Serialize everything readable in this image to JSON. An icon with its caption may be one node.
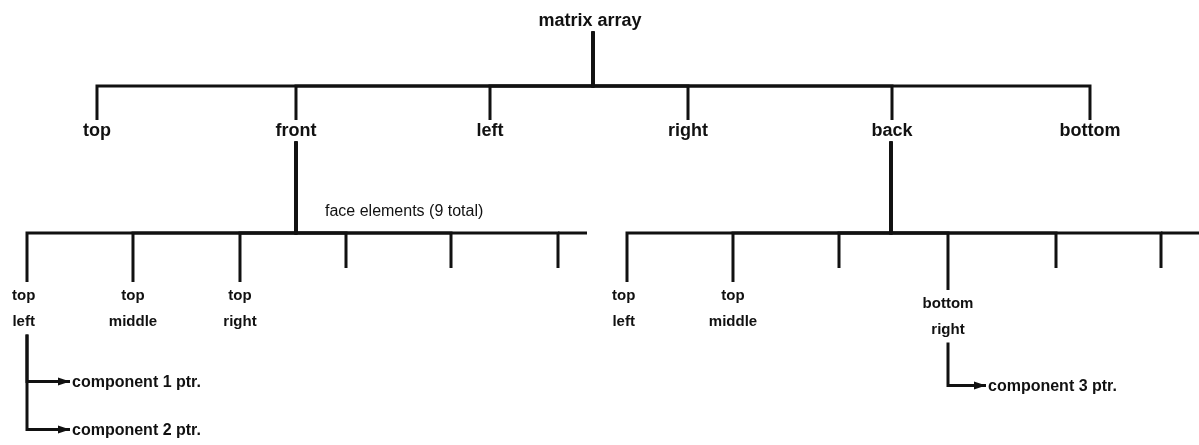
{
  "diagram": {
    "nodes": [
      {
        "text": [
          "matrix array"
        ]
      },
      {
        "text": [
          "top"
        ]
      },
      {
        "text": [
          "front"
        ]
      },
      {
        "text": [
          "left"
        ]
      },
      {
        "text": [
          "right"
        ]
      },
      {
        "text": [
          "back"
        ]
      },
      {
        "text": [
          "bottom"
        ]
      },
      {
        "text": [
          "top left"
        ]
      },
      {
        "text": [
          "top middle"
        ]
      },
      {
        "text": [
          "top right"
        ]
      },
      {
        "text": [
          "component 1 ptr."
        ]
      },
      {
        "text": [
          "component 2 ptr."
        ]
      },
      {
        "text": [
          "top left"
        ]
      },
      {
        "text": [
          "top middle"
        ]
      },
      {
        "text": [
          "bottom right"
        ]
      },
      {
        "text": [
          "component 3 ptr."
        ]
      }
    ],
    "edges": [
      {
        "from": 0,
        "to": 1,
        "arrow": "none"
      },
      {
        "from": 0,
        "to": 2,
        "arrow": "none"
      },
      {
        "from": 0,
        "to": 3,
        "arrow": "none"
      },
      {
        "from": 0,
        "to": 4,
        "arrow": "none"
      },
      {
        "from": 0,
        "to": 5,
        "arrow": "none"
      },
      {
        "from": 0,
        "to": 6,
        "arrow": "none"
      },
      {
        "from": 2,
        "to": 7,
        "arrow": "none"
      },
      {
        "from": 2,
        "to": 8,
        "arrow": "none"
      },
      {
        "from": 2,
        "to": 9,
        "arrow": "none"
      },
      {
        "from": 2,
        "to": null,
        "arrow": "none"
      },
      {
        "from": 2,
        "to": null,
        "arrow": "none"
      },
      {
        "from": 2,
        "to": null,
        "arrow": "none"
      },
      {
        "from": 5,
        "to": 12,
        "arrow": "none"
      },
      {
        "from": 5,
        "to": 13,
        "arrow": "none"
      },
      {
        "from": 5,
        "to": null,
        "arrow": "none"
      },
      {
        "from": 5,
        "to": 14,
        "arrow": "none"
      },
      {
        "from": 5,
        "to": null,
        "arrow": "none"
      },
      {
        "from": 5,
        "to": null,
        "arrow": "none"
      },
      {
        "from": 7,
        "to": 10,
        "arrow": "to"
      },
      {
        "from": 7,
        "to": 11,
        "arrow": "to"
      },
      {
        "from": 14,
        "to": 15,
        "arrow": "to"
      }
    ],
    "labels": [
      "face elements (9 total)"
    ]
  }
}
